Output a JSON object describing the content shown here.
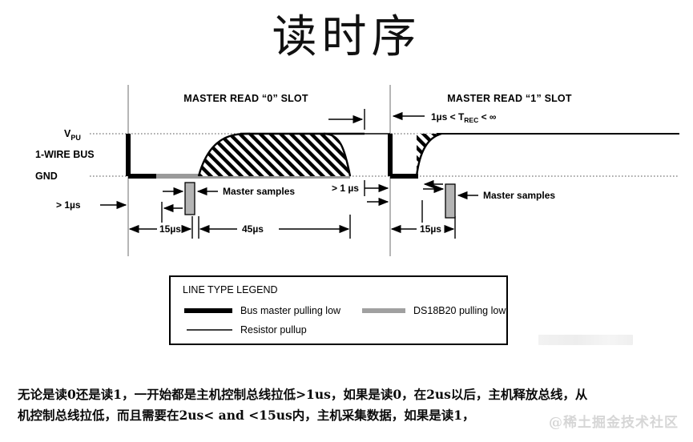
{
  "page": {
    "title": "读时序",
    "background_color": "#ffffff"
  },
  "diagram": {
    "name": "DS18B20 1-Wire read time slot timing diagram",
    "axis_labels": {
      "vpu": "V",
      "vpu_sub": "PU",
      "bus": "1-WIRE BUS",
      "gnd": "GND"
    },
    "slots": [
      {
        "id": "read0",
        "title": "MASTER READ “0” SLOT"
      },
      {
        "id": "read1",
        "title": "MASTER READ “1” SLOT"
      }
    ],
    "annotations": {
      "start_min": "> 1µs",
      "recovery_min": "> 1 µs",
      "trec_prefix": "1µs < T",
      "trec_sub": "REC",
      "trec_suffix": " < ∞",
      "master_samples_left": "Master samples",
      "master_samples_right": "Master samples",
      "dim_15us_left": "15µs",
      "dim_45us": "45µs",
      "dim_15us_right": "15µs"
    },
    "colors": {
      "bus_master_low": "#000000",
      "ds18b20_low": "#9a9a9a",
      "resistor_pullup": "#000000",
      "sample_window": "#b4b4b4",
      "guide_line": "#808080"
    }
  },
  "legend": {
    "title": "LINE TYPE LEGEND",
    "entries": [
      {
        "label": "Bus master pulling low",
        "swatch": "thick-black-line",
        "color": "#000000"
      },
      {
        "label": "DS18B20 pulling low",
        "swatch": "thick-gray-line",
        "color": "#a0a0a0"
      },
      {
        "label": "Resistor pullup",
        "swatch": "thin-black-line",
        "color": "#000000"
      }
    ]
  },
  "caption": {
    "line1": "无论是读0还是读1，一开始都是主机控制总线拉低>1us，如果是读0，在2us以后，主机释放总线，从",
    "line2": "机控制总线拉低，而且需要在2us< and <15us内，主机采集数据，如果是读1，"
  },
  "watermark": {
    "text": "@稀土掘金技术社区"
  }
}
